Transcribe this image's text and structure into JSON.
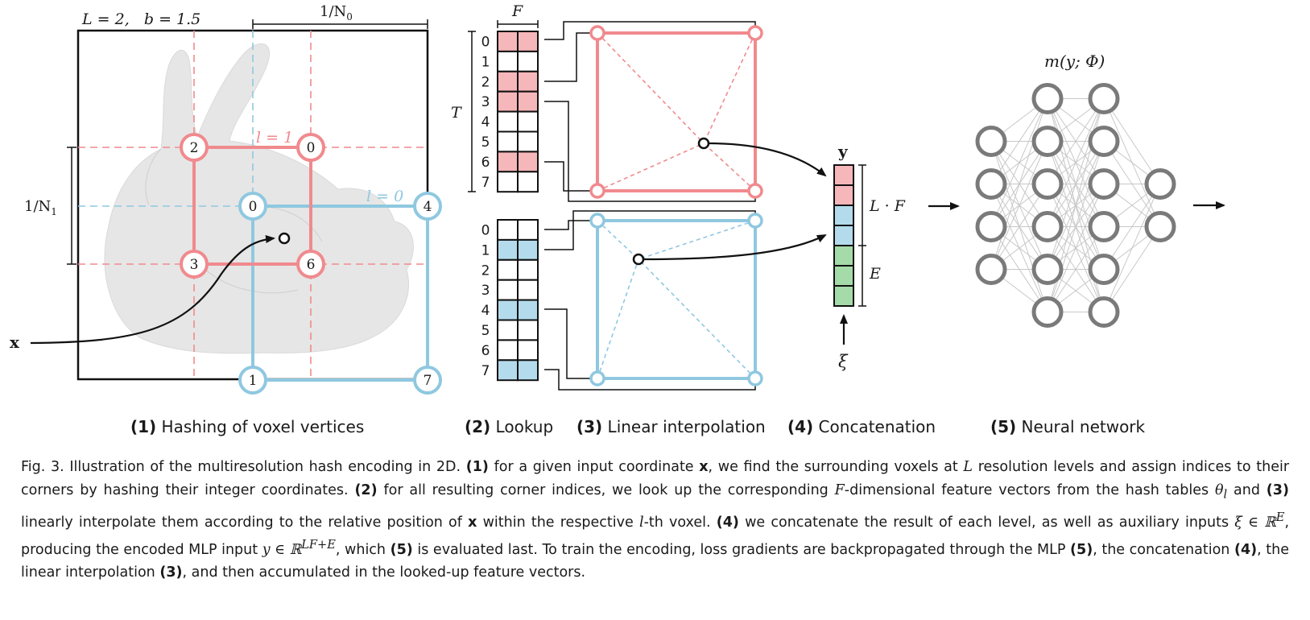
{
  "panel1": {
    "params": "L = 2,   b = 1.5",
    "res0_label": "1/N",
    "res0_sub": "0",
    "res1_label": "1/N",
    "res1_sub": "1",
    "level1_label": "l = 1",
    "level0_label": "l = 0",
    "input_label": "x",
    "level1_nodes": [
      "2",
      "0",
      "3",
      "6"
    ],
    "level0_nodes": [
      "0",
      "4",
      "1",
      "7"
    ],
    "caption_num": "(1)",
    "caption_text": " Hashing of voxel vertices"
  },
  "panel2": {
    "feature_label": "F",
    "table_label": "T",
    "table1_rows": [
      "0",
      "1",
      "2",
      "3",
      "4",
      "5",
      "6",
      "7"
    ],
    "table1_filled": [
      0,
      2,
      3,
      6
    ],
    "table0_rows": [
      "0",
      "1",
      "2",
      "3",
      "4",
      "5",
      "6",
      "7"
    ],
    "table0_filled": [
      1,
      4,
      7
    ],
    "caption_num": "(2)",
    "caption_text": " Lookup"
  },
  "panel3": {
    "caption_num": "(3)",
    "caption_text": " Linear interpolation"
  },
  "panel4": {
    "vector_label": "y",
    "lf_label": "L · F",
    "e_label": "E",
    "xi_label": "ξ",
    "caption_num": "(4)",
    "caption_text": " Concatenation"
  },
  "panel5": {
    "network_label": "m(y; Φ)",
    "layer_sizes": [
      4,
      6,
      6,
      2
    ],
    "caption_num": "(5)",
    "caption_text": " Neural network"
  },
  "colors": {
    "level1": "#f08a8e",
    "level1_fill": "#f5b7ba",
    "level0": "#8fc8e0",
    "level0_fill": "#b3dbec",
    "aux_fill": "#a5dba8",
    "network": "#7a7a7a"
  },
  "caption": {
    "fig": "Fig. 3.",
    "s1": "  Illustration of the multiresolution hash encoding in 2D. ",
    "b1": "(1)",
    "s2": " for a given input coordinate ",
    "x1": "x",
    "s3": ", we find the surrounding voxels at ",
    "L": "L",
    "s4": " resolution levels and assign indices to their corners by hashing their integer coordinates. ",
    "b2": "(2)",
    "s5": " for all resulting corner indices, we look up the corresponding ",
    "F": "F",
    "s6": "-dimensional feature vectors from the hash tables ",
    "theta": "θ",
    "theta_sub": "l",
    "s7": " and ",
    "b3": "(3)",
    "s8": " linearly interpolate them according to the relative position of ",
    "x2": "x",
    "s9": " within the respective ",
    "l": "l",
    "s10": "-th voxel. ",
    "b4": "(4)",
    "s11": " we concatenate the result of each level, as well as auxiliary inputs ",
    "xi_in": "ξ ∈ ℝ",
    "xi_sup": "E",
    "s12": ", producing the encoded MLP input ",
    "y_in": "y ∈ ℝ",
    "y_sup": "LF+E",
    "s13": ", which ",
    "b5": "(5)",
    "s14": " is evaluated last. To train the encoding, loss gradients are backpropagated through the MLP ",
    "b6": "(5)",
    "s15": ", the concatenation ",
    "b7": "(4)",
    "s16": ", the linear interpolation ",
    "b8": "(3)",
    "s17": ", and then accumulated in the looked-up feature vectors."
  }
}
